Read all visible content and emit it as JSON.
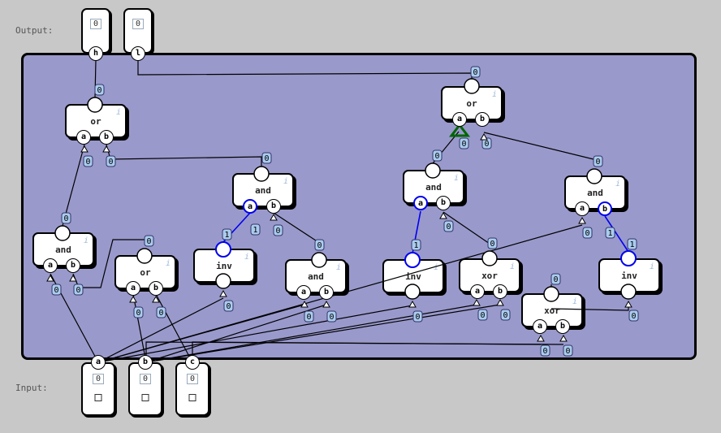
{
  "labels": {
    "output": "Output:",
    "input": "Input:"
  },
  "outputs": [
    {
      "id": "h",
      "name": "h",
      "value": "0",
      "icon": "output-pin"
    },
    {
      "id": "l",
      "name": "l",
      "value": "0",
      "icon": "output-pin"
    }
  ],
  "inputs": [
    {
      "id": "a",
      "name": "a",
      "value": "0"
    },
    {
      "id": "b",
      "name": "b",
      "value": "0"
    },
    {
      "id": "c",
      "name": "c",
      "value": "0"
    }
  ],
  "gates": [
    {
      "id": "or1",
      "type": "or",
      "info": "i",
      "ports": [
        "a",
        "b"
      ]
    },
    {
      "id": "or2",
      "type": "or",
      "info": "i",
      "ports": [
        "a",
        "b"
      ]
    },
    {
      "id": "and1",
      "type": "and",
      "info": "i",
      "ports": [
        "a",
        "b"
      ]
    },
    {
      "id": "and2",
      "type": "and",
      "info": "i",
      "ports": [
        "a",
        "b"
      ]
    },
    {
      "id": "and3",
      "type": "and",
      "info": "i",
      "ports": [
        "a",
        "b"
      ]
    },
    {
      "id": "and4",
      "type": "and",
      "info": "i",
      "ports": [
        "a",
        "b"
      ]
    },
    {
      "id": "and5",
      "type": "and",
      "info": "i",
      "ports": [
        "a",
        "b"
      ]
    },
    {
      "id": "or3",
      "type": "or",
      "info": "i",
      "ports": [
        "a",
        "b"
      ]
    },
    {
      "id": "inv1",
      "type": "inv",
      "info": "i",
      "ports": []
    },
    {
      "id": "inv2",
      "type": "inv",
      "info": "i",
      "ports": []
    },
    {
      "id": "inv3",
      "type": "inv",
      "info": "i",
      "ports": []
    },
    {
      "id": "xor1",
      "type": "xor",
      "info": "i",
      "ports": [
        "a",
        "b"
      ]
    },
    {
      "id": "xor2",
      "type": "xor",
      "info": "i",
      "ports": [
        "a",
        "b"
      ]
    }
  ],
  "wire_values": {
    "z": "0",
    "o": "1"
  },
  "colors": {
    "board": "#9999cc",
    "wire_low": "#000000",
    "wire_high": "#0000ee",
    "marker": "#006600",
    "value_tag": "#aaccee"
  }
}
